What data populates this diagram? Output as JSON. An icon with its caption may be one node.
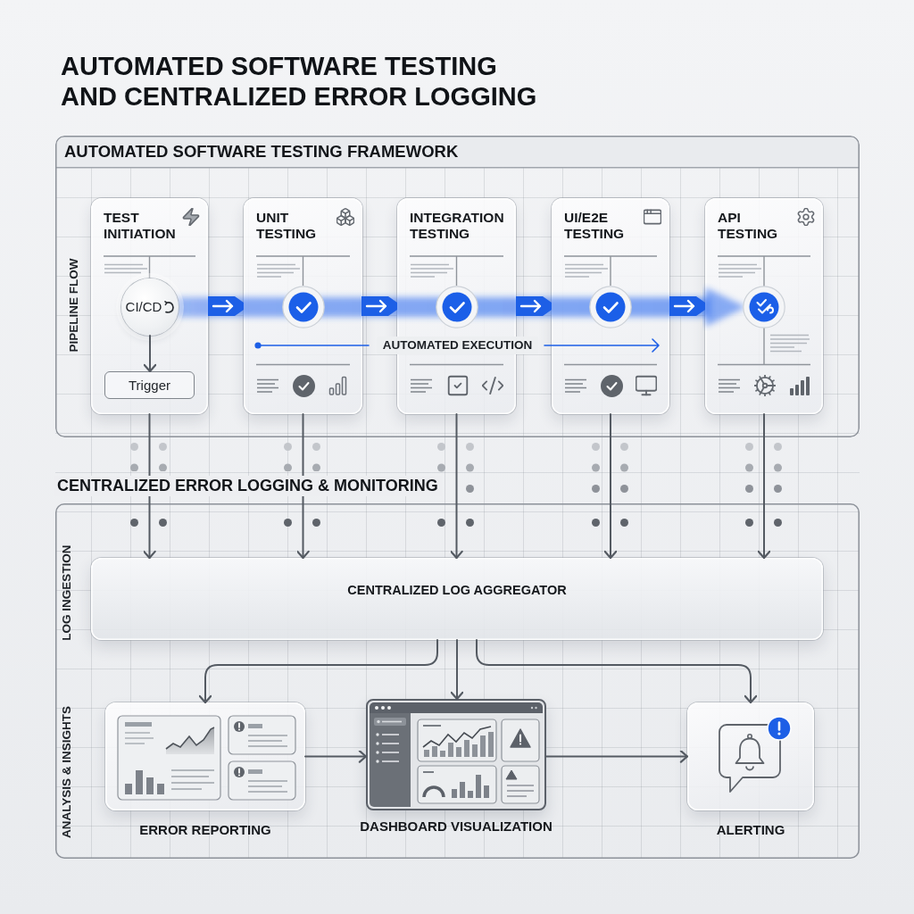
{
  "diagram": {
    "title": "AUTOMATED SOFTWARE TESTING AND CENTRALIZED ERROR LOGGING",
    "nodes": [
      {
        "text": [
          "AUTOMATED SOFTWARE TESTING FRAMEWORK",
          "PIPELINE FLOW"
        ]
      },
      {
        "text": [
          "TEST INITIATION"
        ],
        "in": 0
      },
      {
        "text": [
          "CI/CD"
        ],
        "in": 1
      },
      {
        "text": [
          "Trigger"
        ],
        "in": 1
      },
      {
        "text": [
          "UNIT TESTING"
        ],
        "in": 0
      },
      {
        "text": [
          "INTEGRATION TESTING"
        ],
        "in": 0
      },
      {
        "text": [
          "UI/E2E TESTING"
        ],
        "in": 0
      },
      {
        "text": [
          "API TESTING"
        ],
        "in": 0
      },
      {
        "text": [
          "CENTRALIZED ERROR LOGGING & MONITORING",
          "LOG INGESTION",
          "ANALYSIS & INSIGHTS"
        ]
      },
      {
        "text": [
          "CENTRALIZED LOG AGGREGATOR"
        ],
        "in": 8
      },
      {
        "text": [
          "ERROR REPORTING"
        ],
        "in": 8
      },
      {
        "text": [
          "DASHBOARD VISUALIZATION"
        ],
        "in": 8
      },
      {
        "text": [
          "ALERTING"
        ],
        "in": 8
      }
    ],
    "edges": [
      {
        "from": 2,
        "to": 3,
        "arrow": "to"
      },
      {
        "from": 1,
        "to": 4,
        "arrow": "to",
        "style": "thick",
        "color": "#1d5fe6"
      },
      {
        "from": 4,
        "to": 5,
        "arrow": "to",
        "style": "thick",
        "color": "#1d5fe6"
      },
      {
        "from": 5,
        "to": 6,
        "arrow": "to",
        "style": "thick",
        "color": "#1d5fe6"
      },
      {
        "from": 6,
        "to": 7,
        "arrow": "to",
        "style": "thick",
        "color": "#1d5fe6"
      },
      {
        "from": 1,
        "to": 9,
        "arrow": "to"
      },
      {
        "from": 4,
        "to": 9,
        "arrow": "to"
      },
      {
        "from": 5,
        "to": 9,
        "arrow": "to"
      },
      {
        "from": 6,
        "to": 9,
        "arrow": "to"
      },
      {
        "from": 7,
        "to": 9,
        "arrow": "to"
      },
      {
        "from": 9,
        "to": 10,
        "arrow": "to"
      },
      {
        "from": 9,
        "to": 11,
        "arrow": "to"
      },
      {
        "from": 9,
        "to": 12,
        "arrow": "to"
      },
      {
        "from": 10,
        "to": 11,
        "arrow": "to"
      },
      {
        "from": 11,
        "to": 12,
        "arrow": "to"
      }
    ],
    "labels": [
      "AUTOMATED EXECUTION"
    ]
  }
}
